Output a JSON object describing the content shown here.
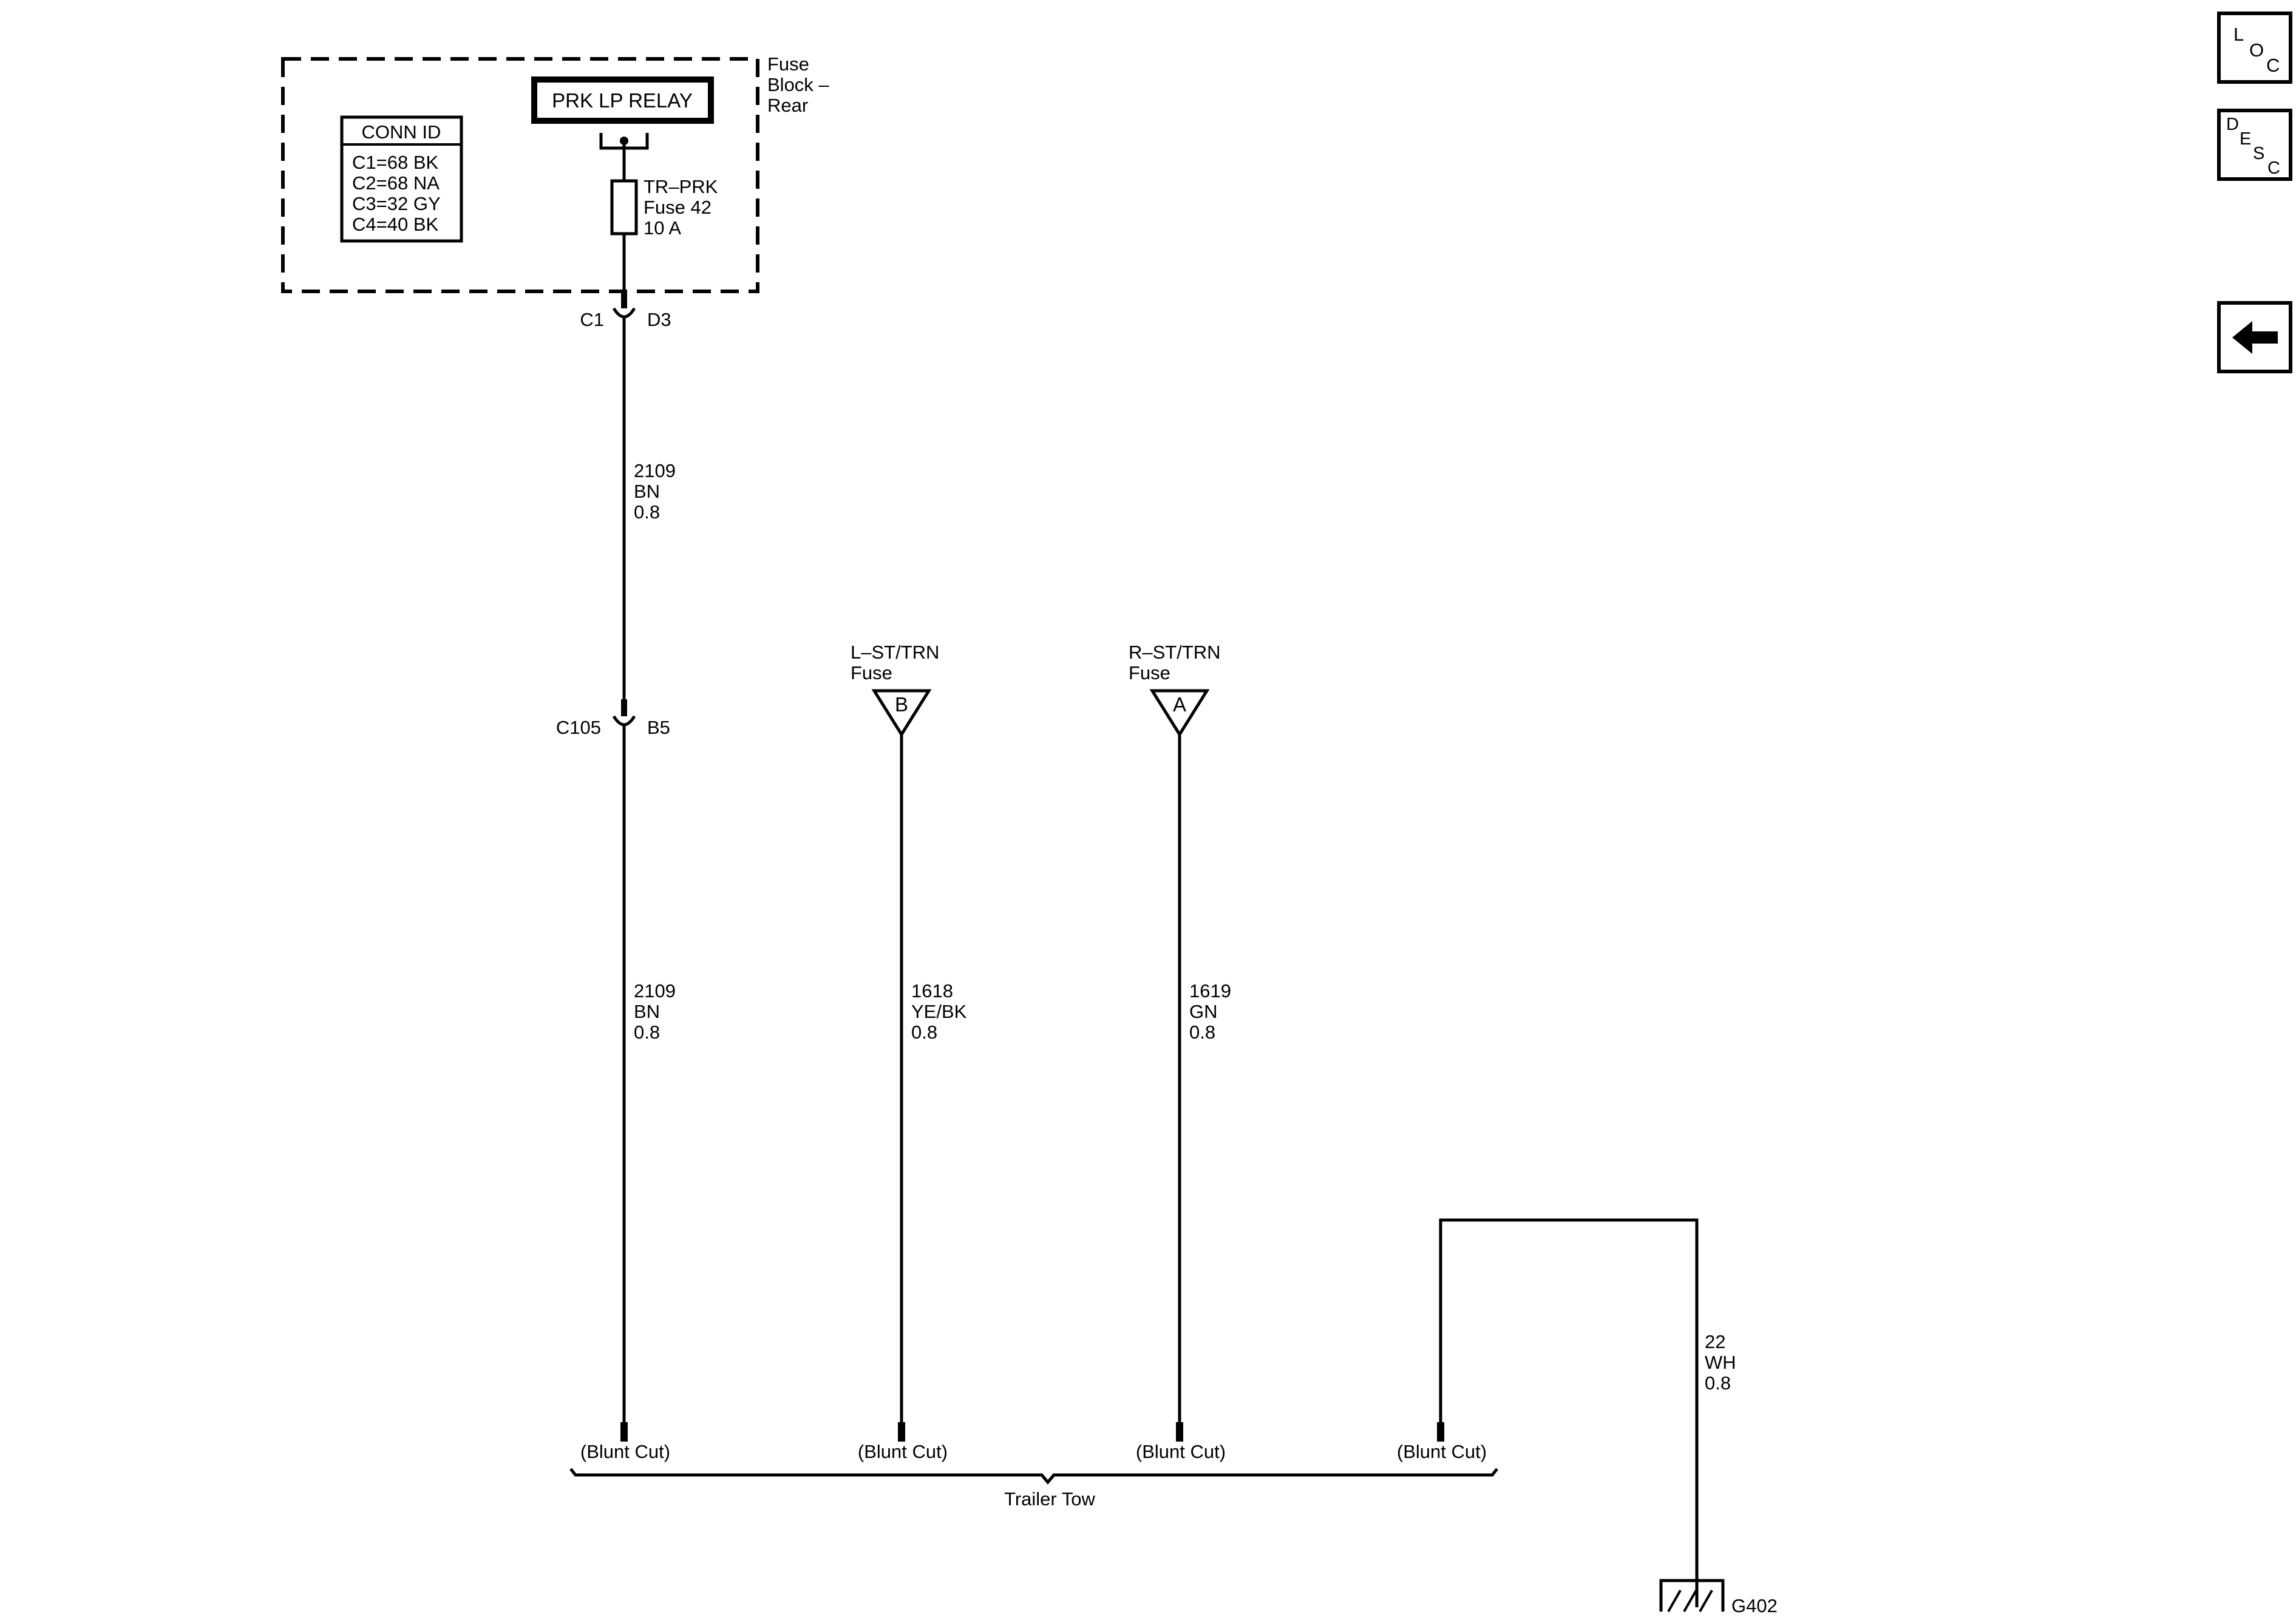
{
  "fuse_block": {
    "title_lines": [
      "Fuse",
      "Block –",
      "Rear"
    ],
    "relay": "PRK LP RELAY",
    "conn_id": {
      "header": "CONN ID",
      "rows": [
        "C1=68 BK",
        "C2=68 NA",
        "C3=32 GY",
        "C4=40 BK"
      ]
    },
    "fuse": {
      "lines": [
        "TR–PRK",
        "Fuse 42",
        "10 A"
      ]
    }
  },
  "connectors": {
    "c1": {
      "left": "C1",
      "right": "D3"
    },
    "c105": {
      "left": "C105",
      "right": "B5"
    }
  },
  "wires": {
    "w2109_upper": [
      "2109",
      "BN",
      "0.8"
    ],
    "w2109_lower": [
      "2109",
      "BN",
      "0.8"
    ],
    "w1618": [
      "1618",
      "YE/BK",
      "0.8"
    ],
    "w1619": [
      "1619",
      "GN",
      "0.8"
    ],
    "w22": [
      "22",
      "WH",
      "0.8"
    ]
  },
  "fuse_refs": {
    "left": {
      "lines": [
        "L–ST/TRN",
        "Fuse"
      ],
      "letter": "B"
    },
    "right": {
      "lines": [
        "R–ST/TRN",
        "Fuse"
      ],
      "letter": "A"
    }
  },
  "blunt_cuts": [
    "(Blunt Cut)",
    "(Blunt Cut)",
    "(Blunt Cut)",
    "(Blunt Cut)"
  ],
  "harness": "Trailer Tow",
  "ground": "G402",
  "nav": {
    "loc": [
      "L",
      "O",
      "C"
    ],
    "desc": [
      "D",
      "E",
      "S",
      "C"
    ],
    "back_icon": "left-arrow-icon"
  }
}
